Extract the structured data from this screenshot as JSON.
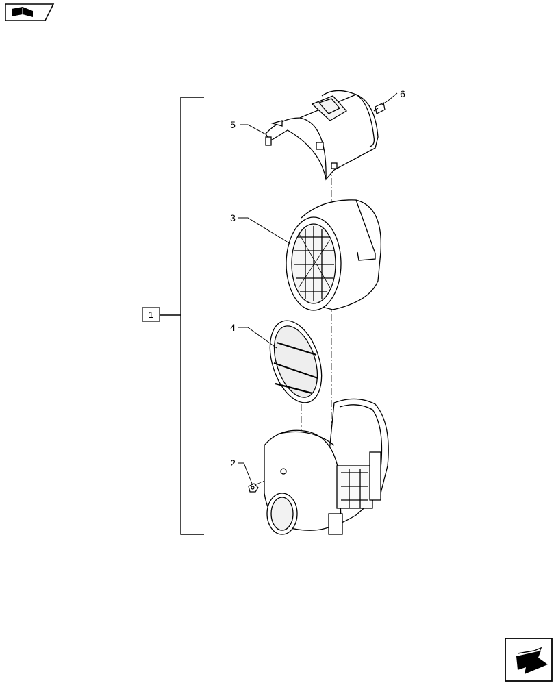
{
  "callouts": {
    "assembly": "1",
    "nut": "2",
    "filter_element": "3",
    "safety_element": "4",
    "cover": "5",
    "clip": "6"
  },
  "icons": {
    "top_left": "book-icon",
    "bottom_right": "next-page-arrow-icon"
  },
  "colors": {
    "line": "#000000",
    "background": "#ffffff"
  }
}
